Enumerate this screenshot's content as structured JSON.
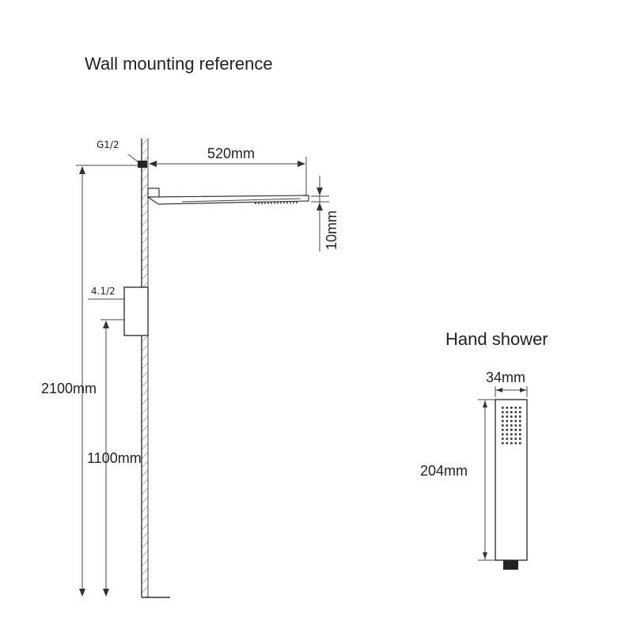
{
  "wall_section": {
    "title": "Wall mounting reference",
    "inlet_label": "G1/2",
    "arm_length": "520mm",
    "head_thickness": "10mm",
    "valve_label": "4.1/2",
    "head_height": "2100mm",
    "valve_height": "1100mm"
  },
  "hand_shower": {
    "title": "Hand shower",
    "width": "34mm",
    "length": "204mm"
  }
}
